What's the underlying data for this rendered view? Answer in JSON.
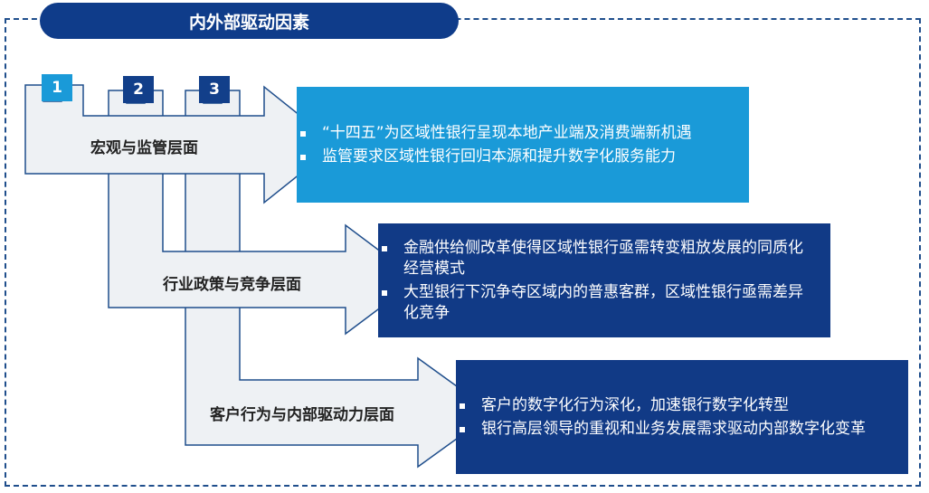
{
  "title": "内外部驱动因素",
  "colors": {
    "frame": "#1f4e8c",
    "title_bg": "#0f3c8a",
    "arrow_fill": "#eef1f4",
    "arrow_stroke": "#1f4e8c",
    "badge_1": "#1a9ad8",
    "badge_2_3": "#123f8a",
    "box_1": "#1a9ad8",
    "box_2_3": "#113a86"
  },
  "levels": [
    {
      "number": "1",
      "label": "宏观与监管层面",
      "bullets": [
        "“十四五”为区域性银行呈现本地产业端及消费端新机遇",
        "监管要求区域性银行回归本源和提升数字化服务能力"
      ]
    },
    {
      "number": "2",
      "label": "行业政策与竞争层面",
      "bullets": [
        "金融供给侧改革使得区域性银行亟需转变粗放发展的同质化经营模式",
        "大型银行下沉争夺区域内的普惠客群，区域性银行亟需差异化竞争"
      ]
    },
    {
      "number": "3",
      "label": "客户行为与内部驱动力层面",
      "bullets": [
        "客户的数字化行为深化，加速银行数字化转型",
        "银行高层领导的重视和业务发展需求驱动内部数字化变革"
      ]
    }
  ]
}
